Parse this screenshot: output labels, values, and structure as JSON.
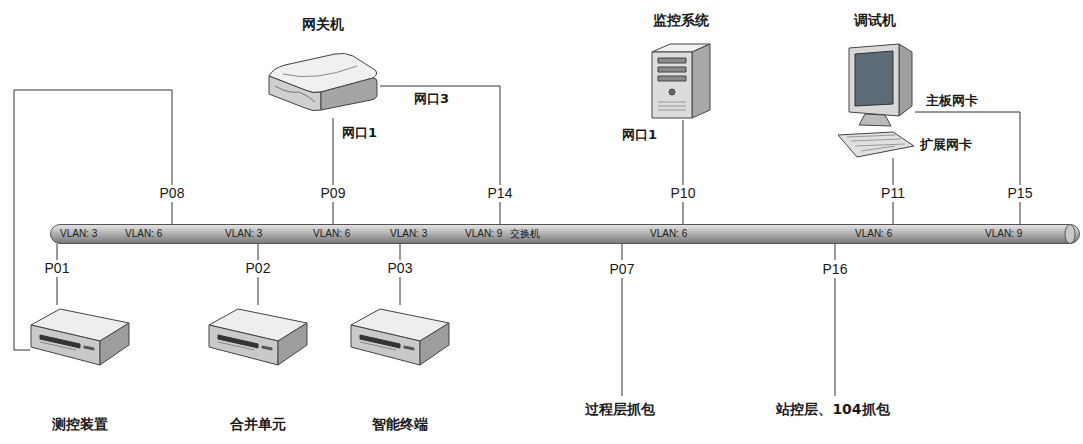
{
  "diagram": {
    "nodes": [
      {
        "text": [
          "网关机"
        ]
      },
      {
        "text": [
          "监控系统"
        ]
      },
      {
        "text": [
          "调试机"
        ]
      },
      {
        "text": [
          "交换机"
        ]
      },
      {
        "text": [
          "测控装置"
        ]
      },
      {
        "text": [
          "合并单元"
        ]
      },
      {
        "text": [
          "智能终端"
        ]
      }
    ],
    "edges": [
      {
        "from": 4,
        "to": 3,
        "arrow": "none",
        "label": "P08"
      },
      {
        "from": 0,
        "to": 3,
        "arrow": "none",
        "label": "P09"
      },
      {
        "from": 0,
        "to": 3,
        "arrow": "none",
        "label": "P14"
      },
      {
        "from": 1,
        "to": 3,
        "arrow": "none",
        "label": "P10"
      },
      {
        "from": 2,
        "to": 3,
        "arrow": "none",
        "label": "P11"
      },
      {
        "from": 2,
        "to": 3,
        "arrow": "none",
        "label": "P15"
      },
      {
        "from": 4,
        "to": 3,
        "arrow": "none",
        "label": "P01"
      },
      {
        "from": 5,
        "to": 3,
        "arrow": "none",
        "label": "P02"
      },
      {
        "from": 6,
        "to": 3,
        "arrow": "none",
        "label": "P03"
      }
    ],
    "labels": [
      "网口3",
      "网口1",
      "网口1",
      "主板网卡",
      "扩展网卡",
      "VLAN: 3",
      "VLAN: 6",
      "VLAN: 3",
      "VLAN: 6",
      "VLAN: 3",
      "VLAN: 9",
      "VLAN: 6",
      "VLAN: 6",
      "VLAN: 9",
      "P07",
      "P16",
      "过程层抓包",
      "站控层、104抓包"
    ]
  }
}
